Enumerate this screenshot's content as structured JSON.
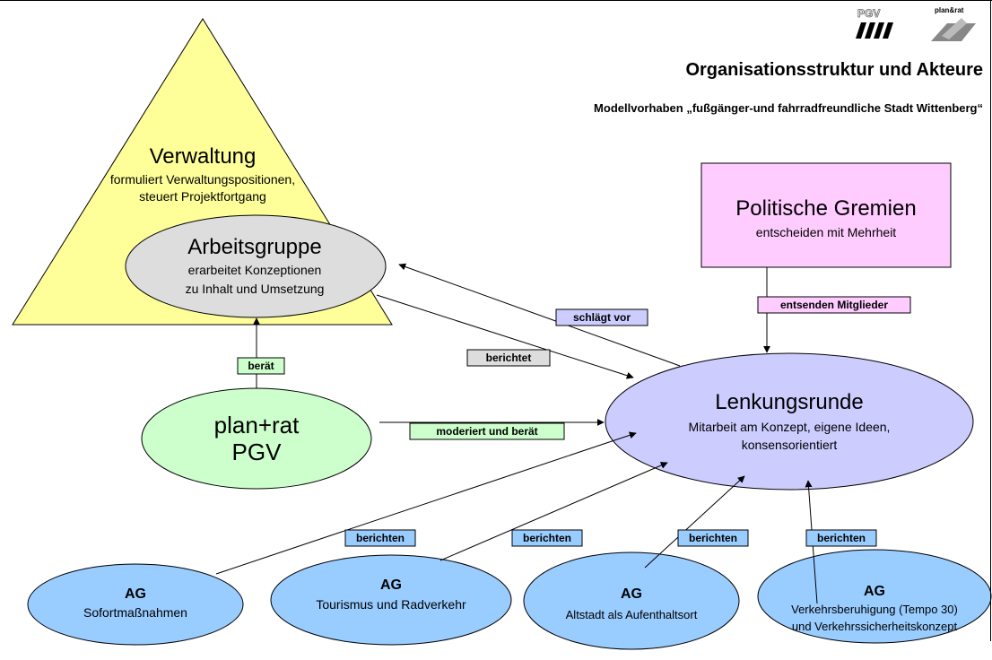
{
  "header": {
    "title": "Organisationsstruktur und Akteure",
    "subtitle": "Modellvorhaben „fußgänger-und fahrradfreundliche Stadt Wittenberg“"
  },
  "logos": {
    "pgv": "PGV",
    "planrat": "plan&rat"
  },
  "verwaltung": {
    "title": "Verwaltung",
    "line1": "formuliert Verwaltungspositionen,",
    "line2": "steuert Projektfortgang"
  },
  "arbeitsgruppe": {
    "title": "Arbeitsgruppe",
    "line1": "erarbeitet Konzeptionen",
    "line2": "zu Inhalt und Umsetzung"
  },
  "politik": {
    "title": "Politische Gremien",
    "subtitle": "entscheiden mit Mehrheit"
  },
  "lenkung": {
    "title": "Lenkungsrunde",
    "line1": "Mitarbeit am Konzept, eigene Ideen,",
    "line2": "konsensorientiert"
  },
  "planrat": {
    "line1": "plan+rat",
    "line2": "PGV"
  },
  "ags": [
    {
      "title": "AG",
      "line1": "Sofortmaßnahmen",
      "line2": ""
    },
    {
      "title": "AG",
      "line1": "Tourismus und Radverkehr",
      "line2": ""
    },
    {
      "title": "AG",
      "line1": "Altstadt als Aufenthaltsort",
      "line2": ""
    },
    {
      "title": "AG",
      "line1": "Verkehrsberuhigung (Tempo 30)",
      "line2": "und Verkehrssicherheitskonzept"
    }
  ],
  "labels": {
    "schlaegt_vor": "schlägt vor",
    "berichtet": "berichtet",
    "entsenden": "entsenden Mitglieder",
    "beraet": "berät",
    "moderiert": "moderiert und berät",
    "berichten": "berichten"
  },
  "colors": {
    "triangle": "#ffff99",
    "arbeitsgruppe": "#dddddd",
    "politik": "#ffccff",
    "lenkung": "#ccccff",
    "planrat": "#ccffcc",
    "ag": "#99ccff",
    "label_green": "#ccffcc",
    "label_blue": "#ccccff",
    "label_gray": "#dddddd",
    "label_pink": "#ffccff",
    "label_ag": "#99ccff"
  }
}
